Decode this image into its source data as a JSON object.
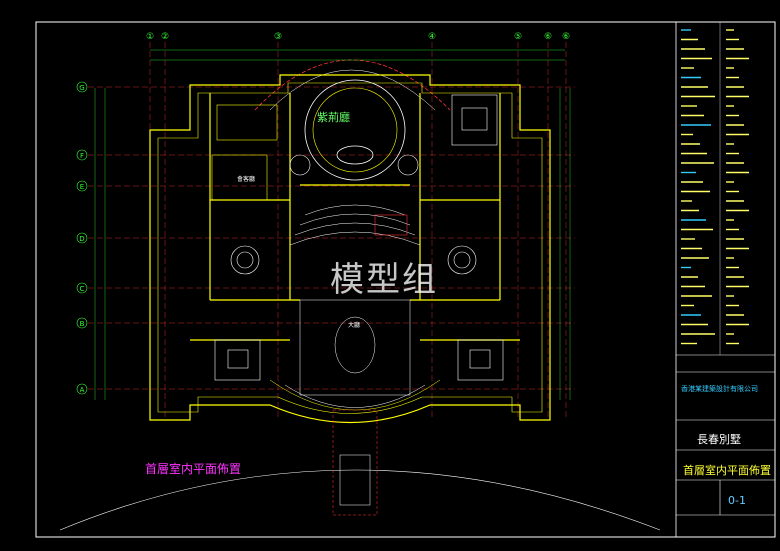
{
  "drawing": {
    "watermark": "模型组",
    "plan_caption": "首層室内平面佈置",
    "grid_top": [
      "①",
      "②",
      "③",
      "④",
      "⑤",
      "⑥",
      "⑥"
    ],
    "grid_left": [
      "G",
      "F",
      "E",
      "D",
      "C",
      "B",
      "A"
    ],
    "rooms": {
      "rotunda": "紫荊廳",
      "hall": "會客廳",
      "guest": "大廳"
    }
  },
  "title_block": {
    "company": "香港某建築設計有限公司",
    "project_name": "長春別墅",
    "drawing_title": "首層室内平面佈置",
    "sheet_number": "0-1"
  },
  "colors": {
    "background": "#000000",
    "border": "#ffffff",
    "walls": "#ffff00",
    "grid": "#ff3333",
    "dims": "#33ff33",
    "furniture": "#ffffff",
    "accent": "#ff33ff"
  }
}
